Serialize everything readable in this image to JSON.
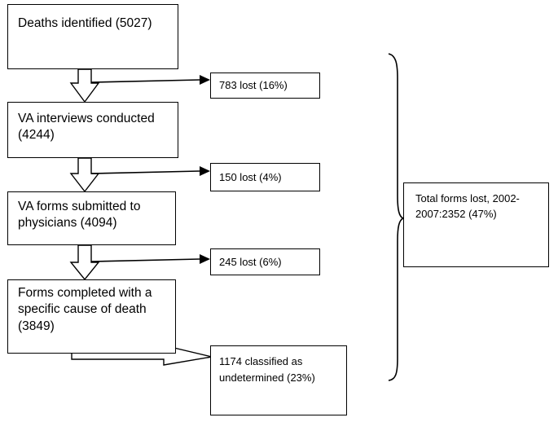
{
  "flow_steps": [
    {
      "text": "Deaths identified (5027)"
    },
    {
      "text": "VA interviews conducted\n(4244)"
    },
    {
      "text": "VA forms submitted to\nphysicians (4094)"
    },
    {
      "text": "Forms completed with a\nspecific cause of death\n(3849)"
    }
  ],
  "losses": [
    {
      "text": "783 lost (16%)"
    },
    {
      "text": "150 lost (4%)"
    },
    {
      "text": "245 lost (6%)"
    },
    {
      "text": "1174 classified as\nundetermined (23%)"
    }
  ],
  "total_box": {
    "text": "Total forms lost, 2002-\n2007:2352 (47%)"
  },
  "colors": {
    "line": "#000000",
    "fill": "#ffffff"
  }
}
